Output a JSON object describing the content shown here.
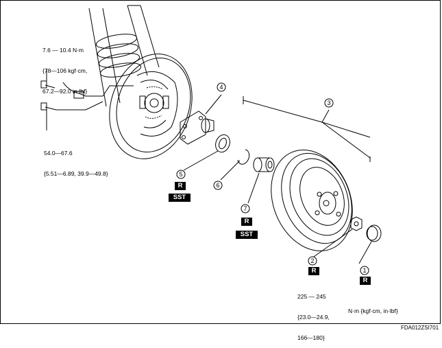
{
  "torque_specs": {
    "upper_bolt": [
      "7.6 — 10.4  N·m",
      "{78—106 kgf·cm,",
      "67.2—92.0 in·lbf}"
    ],
    "lower_bolt": [
      "54.0—67.6",
      "{5.51—6.89, 39.9—49.8}"
    ],
    "hub_nut": [
      "225 — 245",
      "{23.0—24.9,",
      "166—180}"
    ]
  },
  "callouts": [
    "1",
    "2",
    "3",
    "4",
    "5",
    "6",
    "7"
  ],
  "tags": {
    "part5": [
      "R",
      "SST"
    ],
    "part7": [
      "R",
      "SST"
    ],
    "part2": "R",
    "part1": "R"
  },
  "units_label": "N·m {kgf·cm,  in·lbf}",
  "figure_code": "FDA012ZSI701"
}
